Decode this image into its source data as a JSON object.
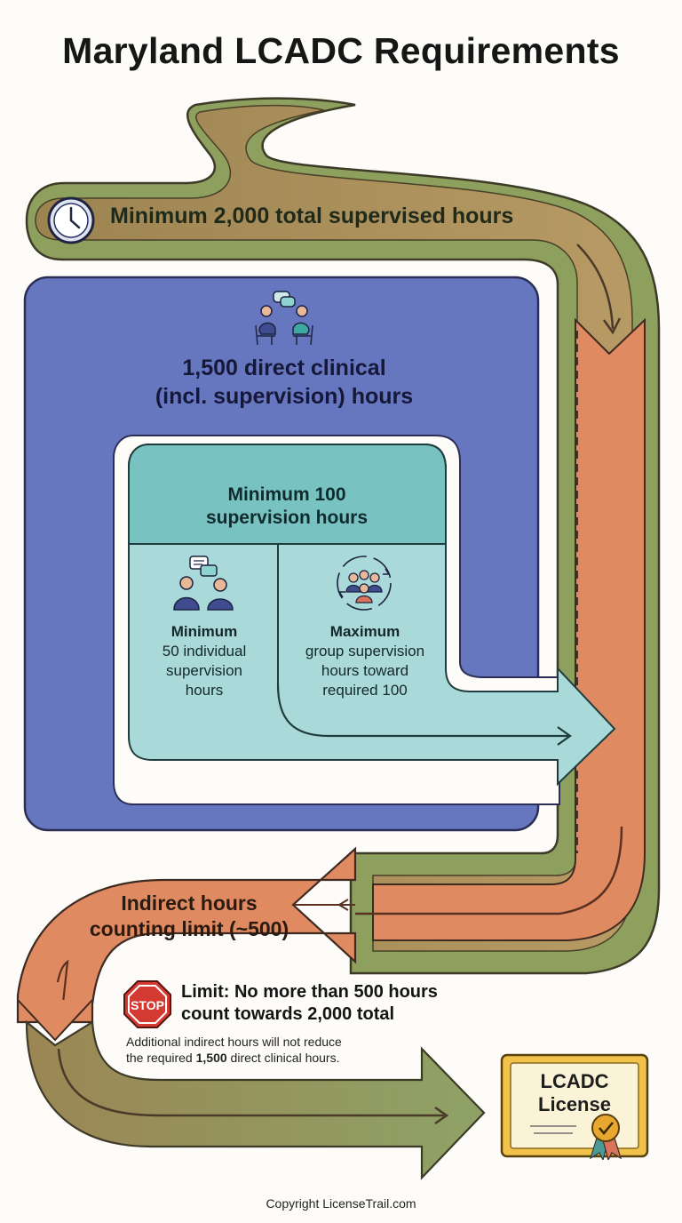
{
  "title": "Maryland LCADC Requirements",
  "total": {
    "label": "Minimum 2,000 total supervised hours",
    "icon": "clock-icon"
  },
  "clinical": {
    "label_line1": "1,500 direct clinical",
    "label_line2": "(incl. supervision) hours",
    "icon": "counseling-session-icon"
  },
  "supervision": {
    "header_line1": "Minimum 100",
    "header_line2": "supervision hours",
    "individual": {
      "icon": "individual-supervision-icon",
      "line1": "Minimum",
      "line2": "50 individual",
      "line3": "supervision",
      "line4": "hours"
    },
    "group": {
      "icon": "group-supervision-icon",
      "line1": "Maximum",
      "line2": "group supervision",
      "line3": "hours toward",
      "line4": "required 100"
    }
  },
  "indirect": {
    "label_line1": "Indirect hours",
    "label_line2": "counting limit (~500)"
  },
  "limit": {
    "stop_text": "STOP",
    "line1": "Limit: No more than 500 hours",
    "line2": "count towards 2,000 total",
    "note_line1": "Additional indirect hours will not reduce",
    "note_line2_pre": "the required ",
    "note_line2_bold": "1,500",
    "note_line2_post": " direct clinical hours."
  },
  "certificate": {
    "line1": "LCADC",
    "line2": "License",
    "icon": "certificate-seal-icon"
  },
  "copyright": "Copyright LicenseTrail.com",
  "colors": {
    "olive": "#a58d5d",
    "green_border": "#7e9a55",
    "orange": "#e08a62",
    "blue": "#6876bf",
    "teal_header": "#78c3c1",
    "teal_light": "#a9d9d8",
    "gold": "#f0c24a"
  }
}
